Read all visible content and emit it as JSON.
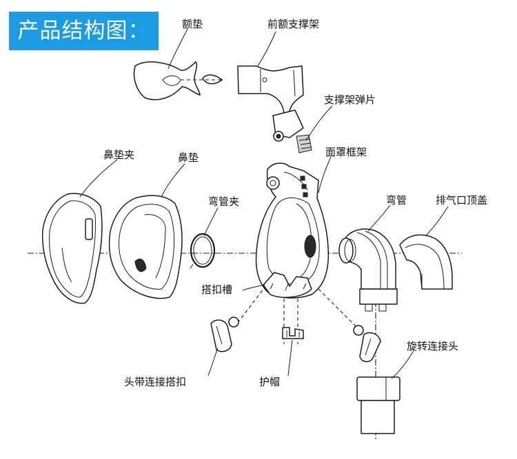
{
  "title": "产品结构图：",
  "labels": {
    "forehead_pad": "额垫",
    "forehead_support": "前额支撑架",
    "support_spring": "支撑架弹片",
    "nasal_pad_clip": "鼻垫夹",
    "nasal_pad": "鼻垫",
    "elbow_clip": "弯管夹",
    "mask_frame": "面罩框架",
    "elbow": "弯管",
    "exhaust_cap": "排气口顶盖",
    "buckle_slot": "搭扣槽",
    "headgear_buckle": "头带连接搭扣",
    "cap": "护帽",
    "swivel": "旋转连接头"
  },
  "colors": {
    "title_bg": "#1b9be4",
    "title_text": "#ffffff",
    "line": "#1a1a1a"
  }
}
